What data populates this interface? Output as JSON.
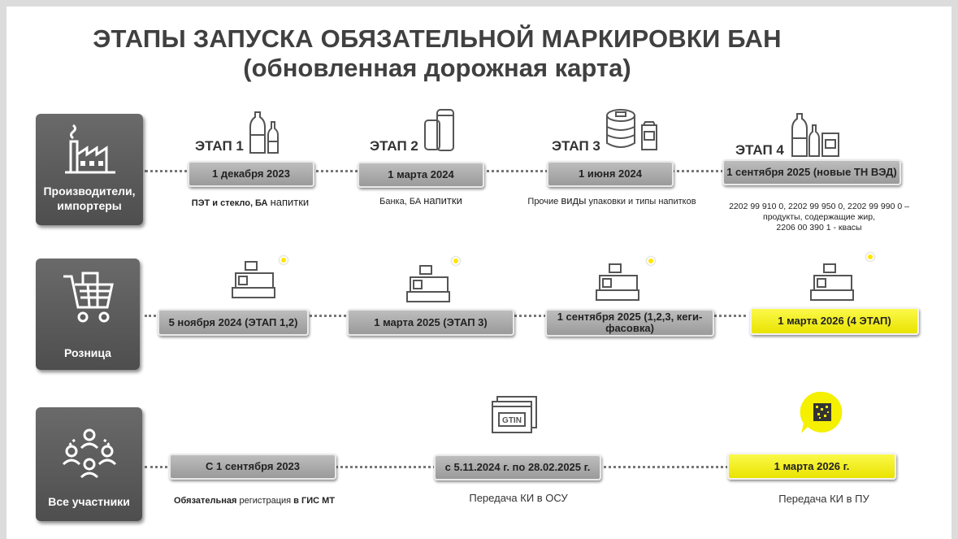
{
  "title": {
    "line1": "ЭТАПЫ ЗАПУСКА ОБЯЗАТЕЛЬНОЙ МАРКИРОВКИ БАН",
    "line2": "(обновленная дорожная карта)"
  },
  "rows": {
    "producers": {
      "label_line1": "Производители,",
      "label_line2": "импортеры",
      "icon": "factory-icon",
      "stages": [
        {
          "stage": "ЭТАП 1",
          "date": "1 декабря 2023",
          "note_a": "ПЭТ и стекло, БА",
          "note_b": "напитки",
          "icon": "bottles-icon"
        },
        {
          "stage": "ЭТАП 2",
          "date": "1 марта 2024",
          "note_a": "Банка, БА",
          "note_b": "напитки",
          "icon": "cans-icon"
        },
        {
          "stage": "ЭТАП 3",
          "date": "1 июня 2024",
          "note_a": "Прочие",
          "note_b": "виды",
          "note_c": "упаковки и типы напитков",
          "icon": "keg-icon"
        },
        {
          "stage": "ЭТАП 4",
          "date": "1 сентября 2025 (новые ТН ВЭД)",
          "note_line1": "2202 99 910 0, 2202 99 950 0, 2202 99 990 0 –",
          "note_line2": "продукты, содержащие жир,",
          "note_line3": "2206 00 390 1 - квасы",
          "icon": "bottles-pack-icon"
        }
      ]
    },
    "retail": {
      "label": "Розница",
      "icon": "shopping-cart-icon",
      "dates": [
        "5 ноября 2024 (ЭТАП 1,2)",
        "1 марта 2025 (ЭТАП 3)",
        "1 сентября 2025 (1,2,3, кеги-фасовка)",
        "1 марта 2026 (4 ЭТАП)"
      ]
    },
    "all": {
      "label": "Все участники",
      "icon": "participants-icon",
      "dates": [
        "С 1 сентября 2023",
        "с 5.11.2024 г. по 28.02.2025 г.",
        "1 марта 2026 г."
      ],
      "note_reg_a": "Обязательная",
      "note_reg_b": "регистрация",
      "note_reg_c": "в ГИС МТ",
      "caption_osu": "Передача КИ в ОСУ",
      "caption_pu": "Передача КИ в ПУ",
      "gtin": "GTIN"
    }
  },
  "colors": {
    "accent_yellow": "#f5ef00",
    "row_box": "#5a5a5a",
    "pill_gray": "#ababab"
  }
}
